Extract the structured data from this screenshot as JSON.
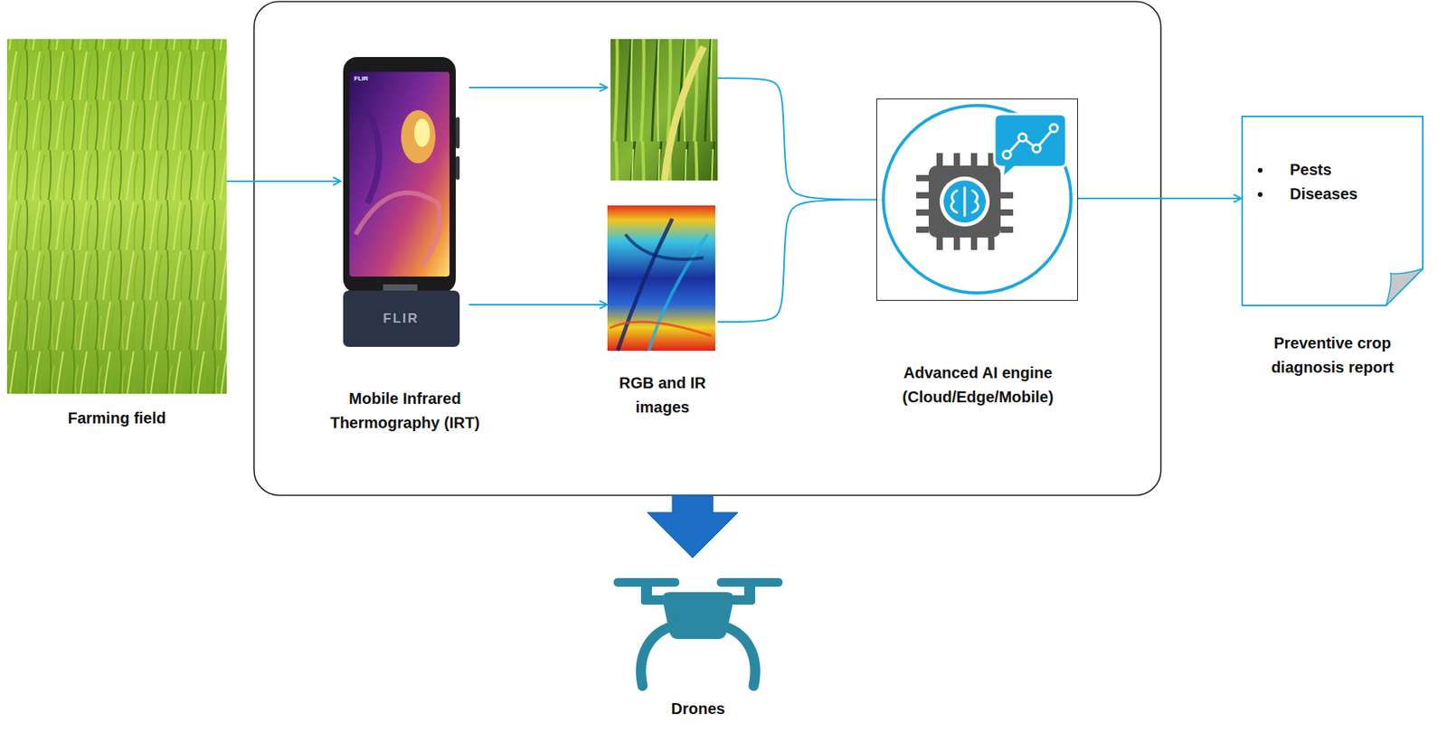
{
  "diagram": {
    "nodes": [
      {
        "text": [
          "Farming field"
        ]
      },
      {
        "text": [
          "Mobile Infrared Thermography (IRT)"
        ]
      },
      {
        "text": [
          "RGB and IR images"
        ]
      },
      {
        "text": [
          "Advanced AI engine (Cloud/Edge/Mobile)"
        ]
      },
      {
        "text": [
          "Pests",
          "Diseases",
          "Preventive crop diagnosis report"
        ]
      },
      {
        "text": [
          "Drones"
        ]
      }
    ],
    "edges": [
      {
        "from": 0,
        "to": 1,
        "arrow": "to"
      },
      {
        "from": 1,
        "to": 2,
        "arrow": "to"
      },
      {
        "from": 1,
        "to": 2,
        "arrow": "to"
      },
      {
        "from": 2,
        "to": 3,
        "arrow": "none"
      },
      {
        "from": 3,
        "to": 4,
        "arrow": "to"
      }
    ],
    "labels": [
      "FLIR",
      "FLIR"
    ]
  }
}
